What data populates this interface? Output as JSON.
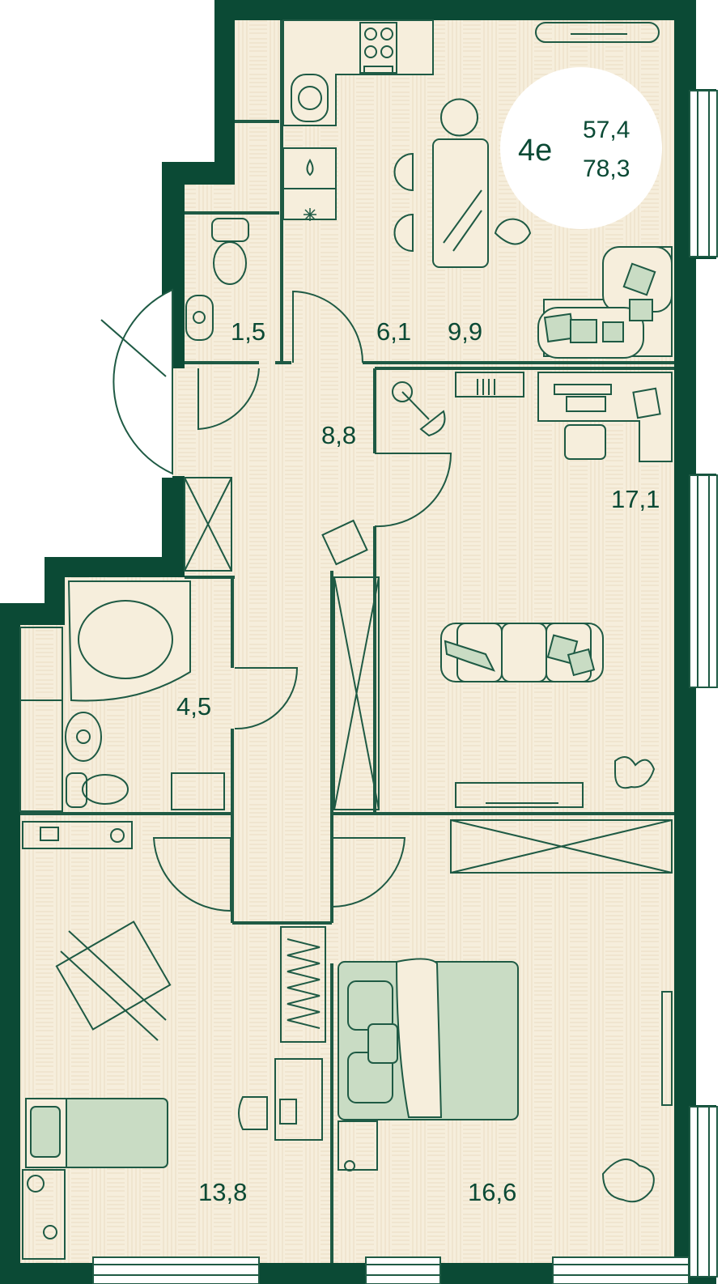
{
  "colors": {
    "wall": "#0b4a35",
    "floor": "#f6eedc",
    "floor_alt": "#f1e6cf",
    "line": "#1e5a44",
    "accent_fill": "#c9dcc4",
    "badge_bg": "#ffffff"
  },
  "badge": {
    "code": "4е",
    "living_area": "57,4",
    "total_area": "78,3"
  },
  "rooms": [
    {
      "id": "wc",
      "area": "1,5"
    },
    {
      "id": "kitchen",
      "area": "6,1"
    },
    {
      "id": "dining",
      "area": "9,9"
    },
    {
      "id": "hall",
      "area": "8,8"
    },
    {
      "id": "living",
      "area": "17,1"
    },
    {
      "id": "bathroom",
      "area": "4,5"
    },
    {
      "id": "kids",
      "area": "13,8"
    },
    {
      "id": "bedroom",
      "area": "16,6"
    }
  ],
  "icons": [
    "toilet-icon",
    "sink-icon",
    "bathtub-icon",
    "stove-icon",
    "fridge-icon",
    "sofa-icon",
    "bed-icon",
    "desk-icon",
    "plant-icon",
    "foosball-icon",
    "wardrobe-icon",
    "window-icon"
  ]
}
